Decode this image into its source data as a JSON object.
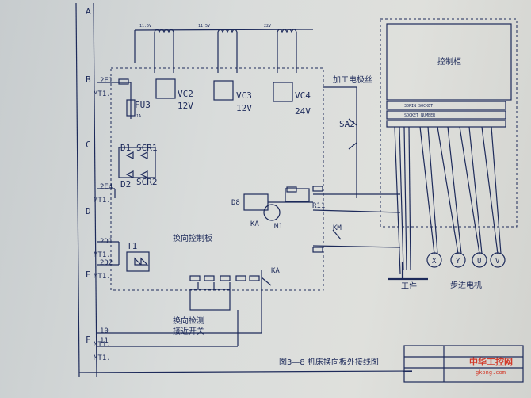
{
  "rows": [
    "A",
    "B",
    "C",
    "D",
    "E",
    "F"
  ],
  "left_terminals": [
    {
      "code": "2E1",
      "mt": "MT1."
    },
    {
      "code": "2E4",
      "mt": "MT1."
    },
    {
      "code": "2D1",
      "mt": "MT1."
    },
    {
      "code": "2D2",
      "mt": "MT1."
    },
    {
      "code": "10",
      "mt": "MT1."
    },
    {
      "code": "11",
      "mt": "MT1."
    }
  ],
  "transformers": [
    "11.5V",
    "11.5V",
    "22V"
  ],
  "supplies": [
    {
      "vc": "VC2",
      "v": "12V"
    },
    {
      "vc": "VC3",
      "v": "12V"
    },
    {
      "vc": "VC4",
      "v": "24V"
    }
  ],
  "labels": {
    "fu3": "FU3",
    "fu3_rating": "1A",
    "d1": "D1",
    "d2": "D2",
    "scr1": "SCR1",
    "scr2": "SCR2",
    "t1": "T1",
    "board": "换向控制板",
    "wire_label": "加工电极丝",
    "sa2": "SA2",
    "d8": "D8",
    "ka": "KA",
    "ka2": "KA",
    "m1": "M1",
    "r11": "R11",
    "km": "KM",
    "prox": "换向检测\n接近开关",
    "cabinet": "控制柜",
    "socket1": "30PIN SOCKET",
    "socket2": "SOCKET NUMBER",
    "workpiece": "工件",
    "stepper": "步进电机",
    "caption": "图3—8   机床换向板外接线图"
  },
  "motors": [
    "X",
    "Y",
    "U",
    "V"
  ],
  "watermark": {
    "brand": "中华工控网",
    "url": "gkong.com"
  }
}
